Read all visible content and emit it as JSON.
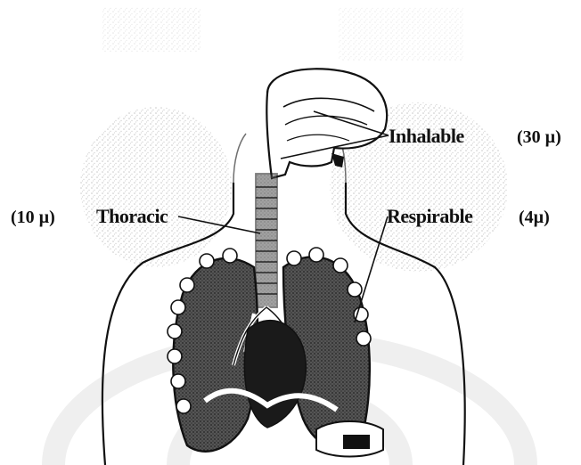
{
  "labels": {
    "inhalable": "Inhalable",
    "thoracic": "Thoracic",
    "respirable": "Respirable"
  },
  "sizes": {
    "inhalable": "(30 µ)",
    "thoracic": "(10 µ)",
    "respirable": "(4µ)"
  },
  "colors": {
    "ink": "#111111",
    "stipple": "#bdbdbd",
    "watermark": "#f0f0f0"
  }
}
